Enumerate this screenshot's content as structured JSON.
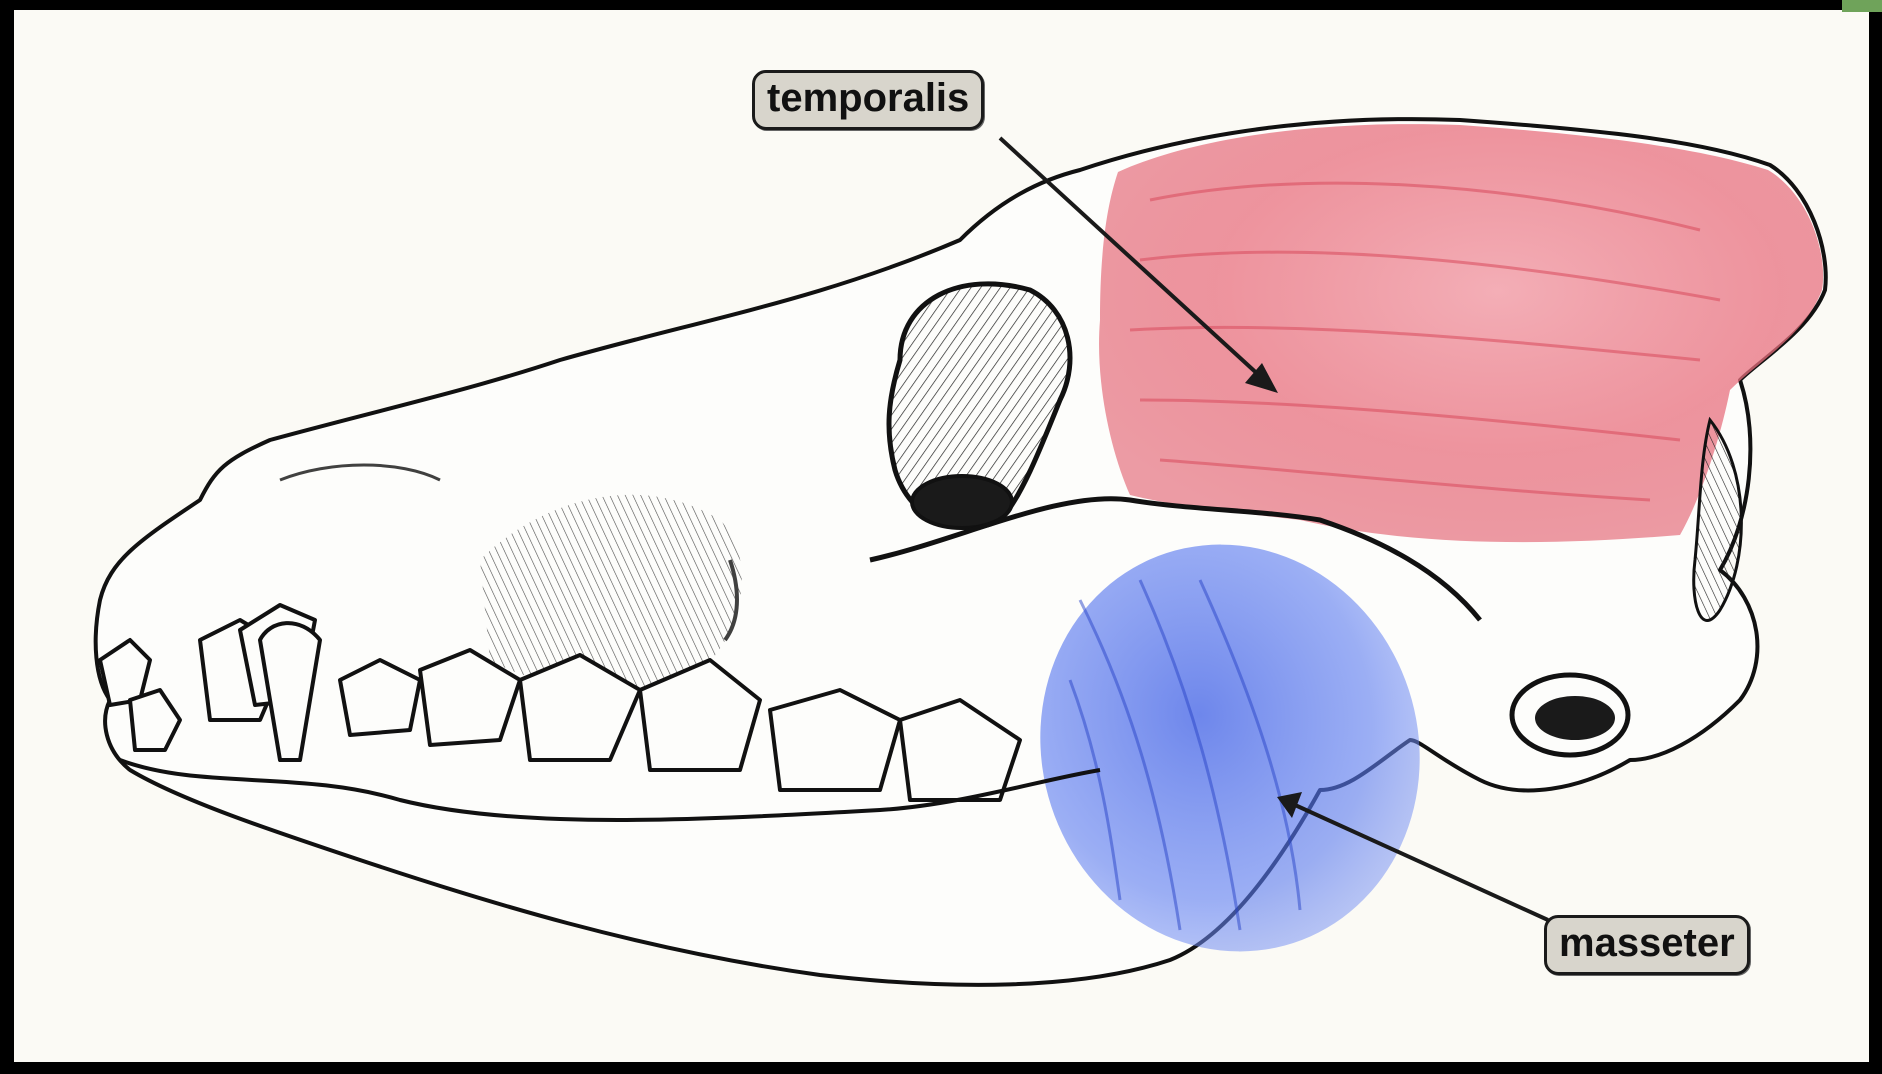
{
  "diagram": {
    "labels": {
      "temporalis": "temporalis",
      "masseter": "masseter"
    },
    "colors": {
      "temporalis_fill": "#e8707e",
      "masseter_fill": "#4a6ee8",
      "background": "#fbfaf5",
      "label_bg": "#d8d5cc",
      "ink": "#111111"
    },
    "subject": "canine-skull-lateral-view"
  }
}
